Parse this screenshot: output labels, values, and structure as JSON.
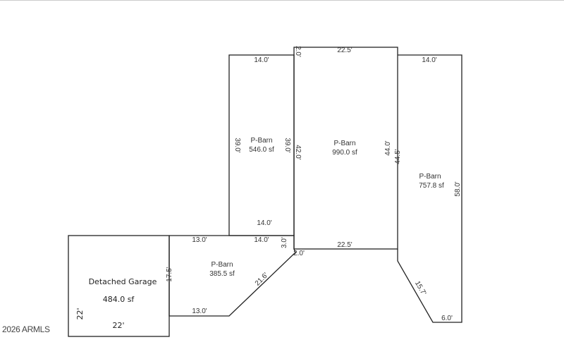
{
  "watermark": "2026 ARMLS",
  "areas": {
    "barn_left": {
      "name": "P-Barn",
      "area": "546.0 sf",
      "top": "14.0'",
      "bottom": "14.0'",
      "left": "39.0'",
      "right": "39.0'"
    },
    "barn_center": {
      "name": "P-Barn",
      "area": "990.0 sf",
      "top": "22.5'",
      "bottom": "22.5'",
      "left": "42.0'",
      "right": "44.0'",
      "corner": "2.0'"
    },
    "barn_right": {
      "name": "P-Barn",
      "area": "757.8 sf",
      "top": "14.0'",
      "left": "44.5'",
      "right": "58.0'",
      "diagonal": "15.7'",
      "bottom": "6.0'"
    },
    "barn_lower": {
      "name": "P-Barn",
      "area": "385.5 sf",
      "top_left": "13.0'",
      "top_right": "14.0'",
      "right": "3.0'",
      "corner": "2.0'",
      "diagonal": "21.6'",
      "bottom": "13.0'",
      "left": "17.5'"
    },
    "garage": {
      "name": "Detached Garage",
      "area": "484.0 sf",
      "left": "22'",
      "bottom": "22'"
    }
  }
}
